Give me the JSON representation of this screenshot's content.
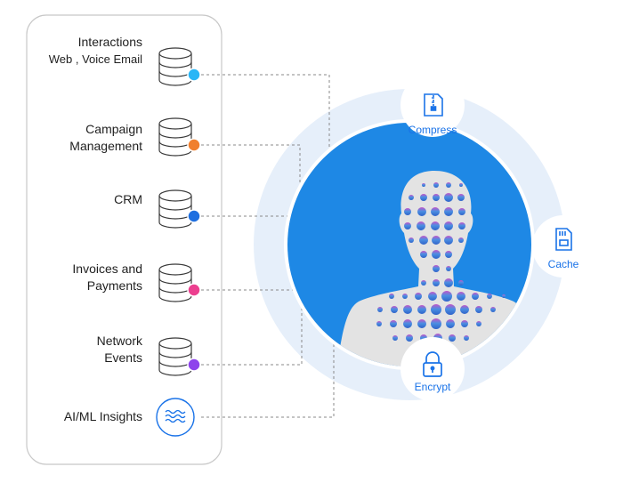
{
  "sources": [
    {
      "key": "interactions",
      "label": "Interactions",
      "sublabel": "Web , Voice Email",
      "icon": "database-icon",
      "dot_color": "#29b6f6"
    },
    {
      "key": "campaign",
      "label": "Campaign",
      "label2": "Management",
      "icon": "database-icon",
      "dot_color": "#f07f2e"
    },
    {
      "key": "crm",
      "label": "CRM",
      "icon": "database-icon",
      "dot_color": "#1e6fe0"
    },
    {
      "key": "invoices",
      "label": "Invoices and",
      "label2": "Payments",
      "icon": "database-icon",
      "dot_color": "#ec3f8f"
    },
    {
      "key": "network",
      "label": "Network",
      "label2": "Events",
      "icon": "database-icon",
      "dot_color": "#8e44ec"
    },
    {
      "key": "aiml",
      "label": "AI/ML Insights",
      "icon": "waves-icon"
    }
  ],
  "services": [
    {
      "key": "compress",
      "label": "Compress",
      "icon": "zip-file-icon"
    },
    {
      "key": "cache",
      "label": "Cache",
      "icon": "memory-card-icon"
    },
    {
      "key": "encrypt",
      "label": "Encrypt",
      "icon": "lock-icon"
    }
  ],
  "colors": {
    "outer_circle": "#e6effa",
    "inner_circle": "#1e88e5",
    "accent_text": "#1a73e8",
    "connector": "#8a8a8a"
  }
}
